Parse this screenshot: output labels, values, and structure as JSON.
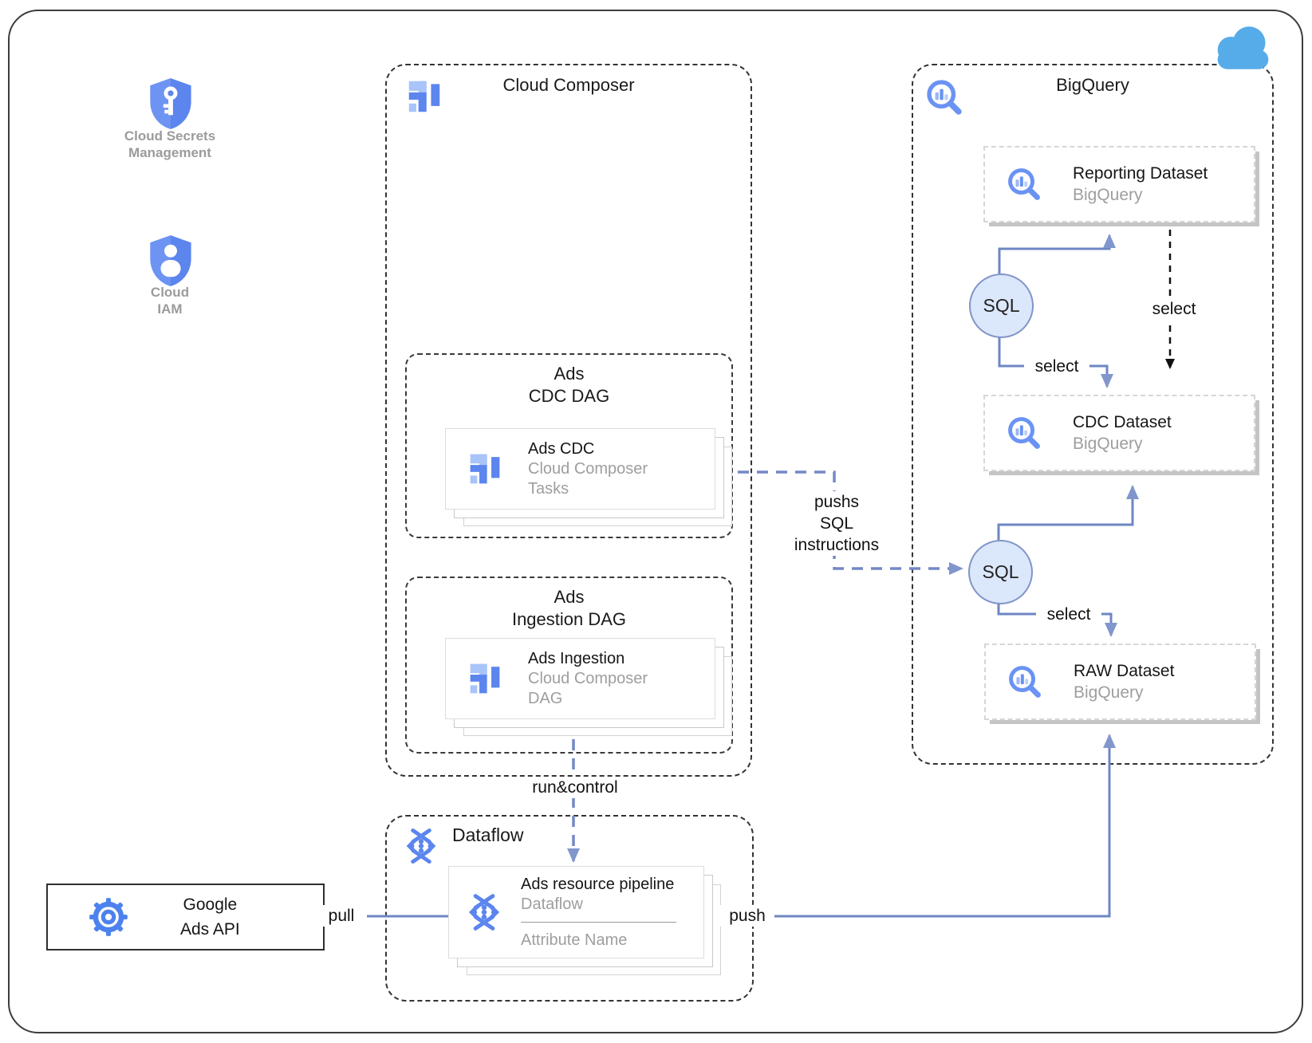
{
  "diagram": {
    "external": {
      "secrets": {
        "label_line1": "Cloud Secrets",
        "label_line2": "Management"
      },
      "iam": {
        "label_line1": "Cloud",
        "label_line2": "IAM"
      },
      "google_ads_api": {
        "line1": "Google",
        "line2": "Ads API"
      }
    },
    "containers": {
      "cloud_composer": {
        "title": "Cloud Composer"
      },
      "bigquery": {
        "title": "BigQuery"
      },
      "dataflow": {
        "title": "Dataflow"
      }
    },
    "groups": {
      "ads_cdc_dag": {
        "title_line1": "Ads",
        "title_line2": "CDC DAG",
        "card": {
          "title": "Ads CDC",
          "subtitle1": "Cloud Composer",
          "subtitle2": "Tasks"
        }
      },
      "ads_ingestion_dag": {
        "title_line1": "Ads",
        "title_line2": "Ingestion DAG",
        "card": {
          "title": "Ads Ingestion",
          "subtitle1": "Cloud Composer",
          "subtitle2": "DAG"
        }
      }
    },
    "datasets": {
      "reporting": {
        "title": "Reporting Dataset",
        "subtitle": "BigQuery"
      },
      "cdc": {
        "title": "CDC Dataset",
        "subtitle": "BigQuery"
      },
      "raw": {
        "title": "RAW Dataset",
        "subtitle": "BigQuery"
      }
    },
    "pipeline_card": {
      "title": "Ads resource pipeline",
      "subtitle": "Dataflow",
      "attribute": "Attribute Name"
    },
    "sql_nodes": {
      "sql1": "SQL",
      "sql2": "SQL"
    },
    "edge_labels": {
      "pull": "pull",
      "push": "push",
      "run_control": "run&control",
      "pushs_sql_line1": "pushs",
      "pushs_sql_line2": "SQL",
      "pushs_sql_line3": "instructions",
      "select_sql1_to_cdc": "select",
      "select_reporting_to_cdc": "select",
      "select_sql2_to_raw": "select"
    },
    "colors": {
      "icon_blue": "#5c85ee",
      "icon_blue_light": "#a9c4f9",
      "line_blue": "#6e86c3",
      "sql_fill": "#dbe7fa",
      "cloud_blue": "#56ace8",
      "subtitle_gray": "#9e9e9e"
    }
  }
}
